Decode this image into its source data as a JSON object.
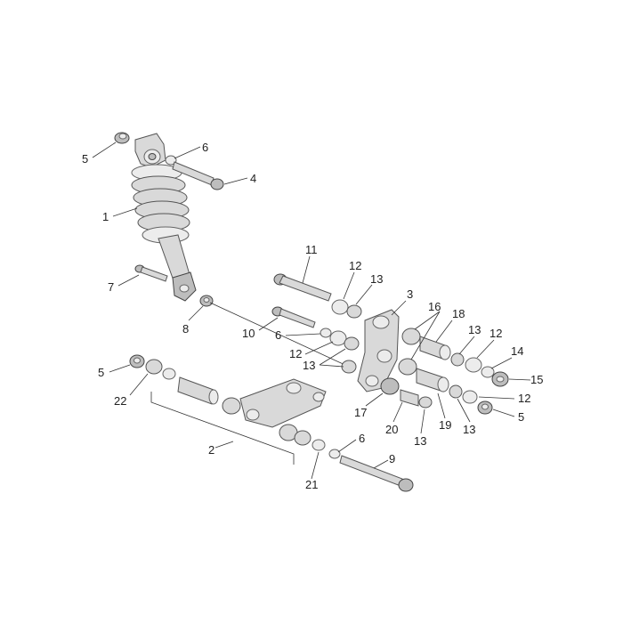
{
  "callouts": {
    "c1": "1",
    "c2": "2",
    "c3": "3",
    "c4": "4",
    "c5a": "5",
    "c5b": "5",
    "c5c": "5",
    "c6a": "6",
    "c6b": "6",
    "c6c": "6",
    "c7": "7",
    "c8": "8",
    "c9": "9",
    "c10": "10",
    "c11": "11",
    "c12a": "12",
    "c12b": "12",
    "c12c": "12",
    "c12d": "12",
    "c13a": "13",
    "c13b": "13",
    "c13c": "13",
    "c13d": "13",
    "c13e": "13",
    "c14": "14",
    "c15": "15",
    "c16": "16",
    "c17": "17",
    "c18": "18",
    "c19": "19",
    "c20": "20",
    "c21": "21",
    "c22": "22"
  }
}
